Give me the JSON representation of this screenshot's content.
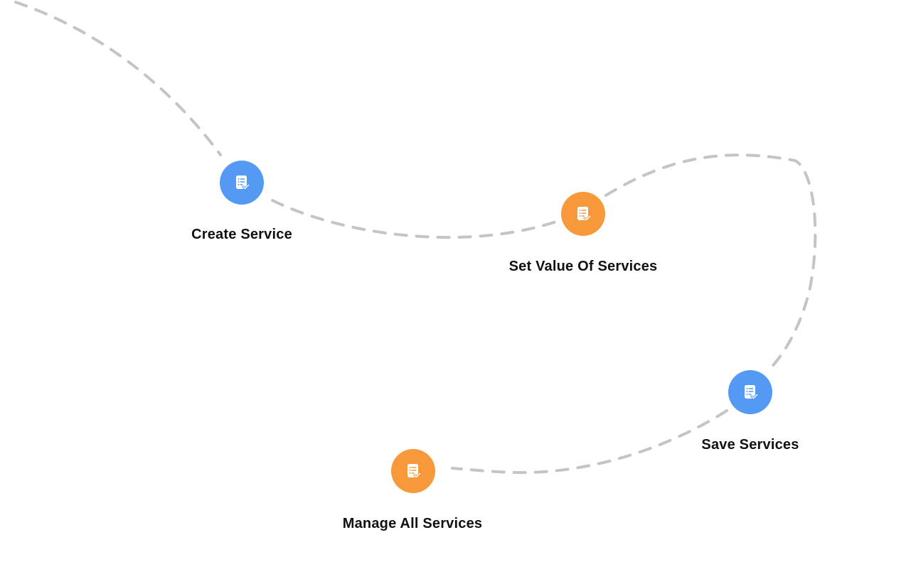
{
  "diagram": {
    "colors": {
      "blue": "#549af5",
      "orange": "#f7983b",
      "path": "#c4c4c4",
      "label": "#111111"
    },
    "steps": [
      {
        "label": "Create Service",
        "color": "blue",
        "icon": "checklist-document-icon"
      },
      {
        "label": "Set Value Of Services",
        "color": "orange",
        "icon": "checklist-document-icon"
      },
      {
        "label": "Save Services",
        "color": "blue",
        "icon": "checklist-document-icon"
      },
      {
        "label": "Manage All Services",
        "color": "orange",
        "icon": "checklist-document-icon"
      }
    ]
  }
}
